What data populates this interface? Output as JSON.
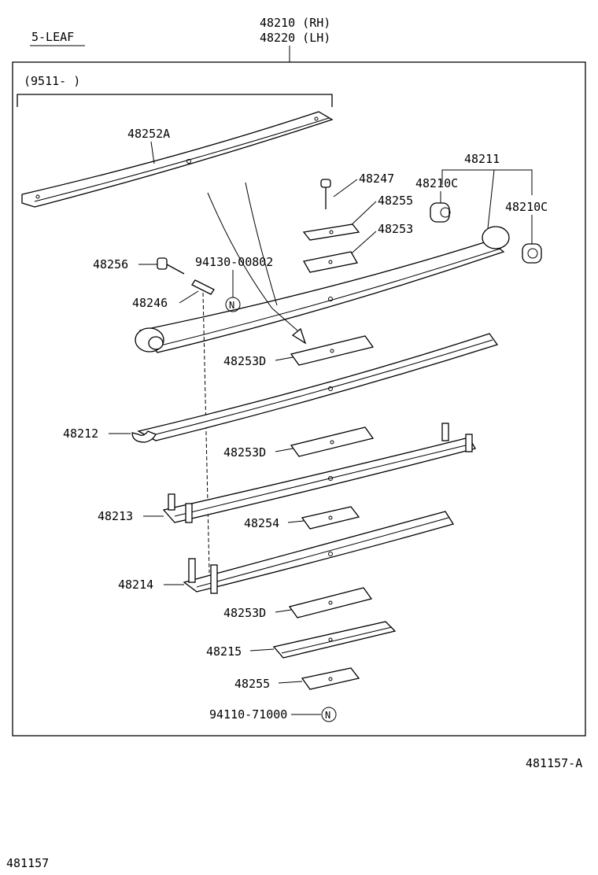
{
  "diagram": {
    "leaf_count_label": "5-LEAF",
    "assembly_rh": "48210 (RH)",
    "assembly_lh": "48220 (LH)",
    "date_range": "(9511-    )",
    "illustration_code": "481157-A",
    "page_code": "481157",
    "new_part_symbol": "N"
  },
  "labels": {
    "p48252A": "48252A",
    "p48211": "48211",
    "p48247": "48247",
    "p48210C_left": "48210C",
    "p48255_top": "48255",
    "p48210C_right": "48210C",
    "p48253": "48253",
    "p48256": "48256",
    "p94130": "94130-00802",
    "p48246": "48246",
    "p48253D_1": "48253D",
    "p48212": "48212",
    "p48253D_2": "48253D",
    "p48213": "48213",
    "p48254": "48254",
    "p48214": "48214",
    "p48253D_3": "48253D",
    "p48215": "48215",
    "p48255_bottom": "48255",
    "p94110": "94110-71000"
  }
}
